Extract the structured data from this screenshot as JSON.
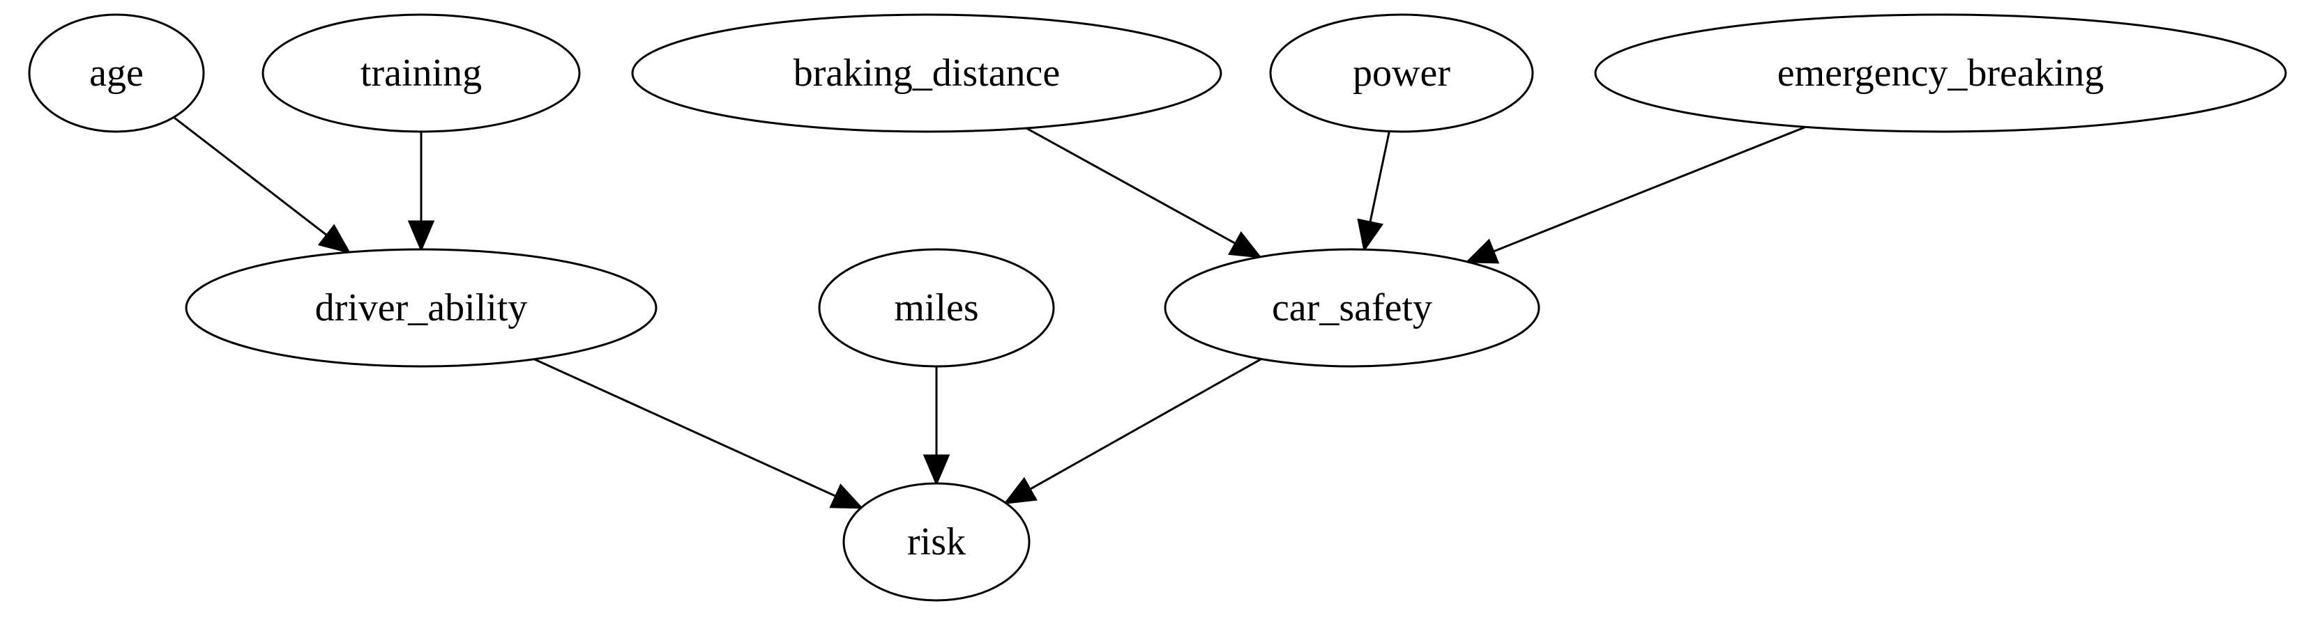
{
  "graph": {
    "nodes": [
      {
        "id": "age",
        "label": "age"
      },
      {
        "id": "training",
        "label": "training"
      },
      {
        "id": "braking_distance",
        "label": "braking_distance"
      },
      {
        "id": "power",
        "label": "power"
      },
      {
        "id": "emergency_breaking",
        "label": "emergency_breaking"
      },
      {
        "id": "driver_ability",
        "label": "driver_ability"
      },
      {
        "id": "miles",
        "label": "miles"
      },
      {
        "id": "car_safety",
        "label": "car_safety"
      },
      {
        "id": "risk",
        "label": "risk"
      }
    ],
    "edges": [
      {
        "from": "age",
        "to": "driver_ability"
      },
      {
        "from": "training",
        "to": "driver_ability"
      },
      {
        "from": "braking_distance",
        "to": "car_safety"
      },
      {
        "from": "power",
        "to": "car_safety"
      },
      {
        "from": "emergency_breaking",
        "to": "car_safety"
      },
      {
        "from": "driver_ability",
        "to": "risk"
      },
      {
        "from": "miles",
        "to": "risk"
      },
      {
        "from": "car_safety",
        "to": "risk"
      }
    ]
  }
}
